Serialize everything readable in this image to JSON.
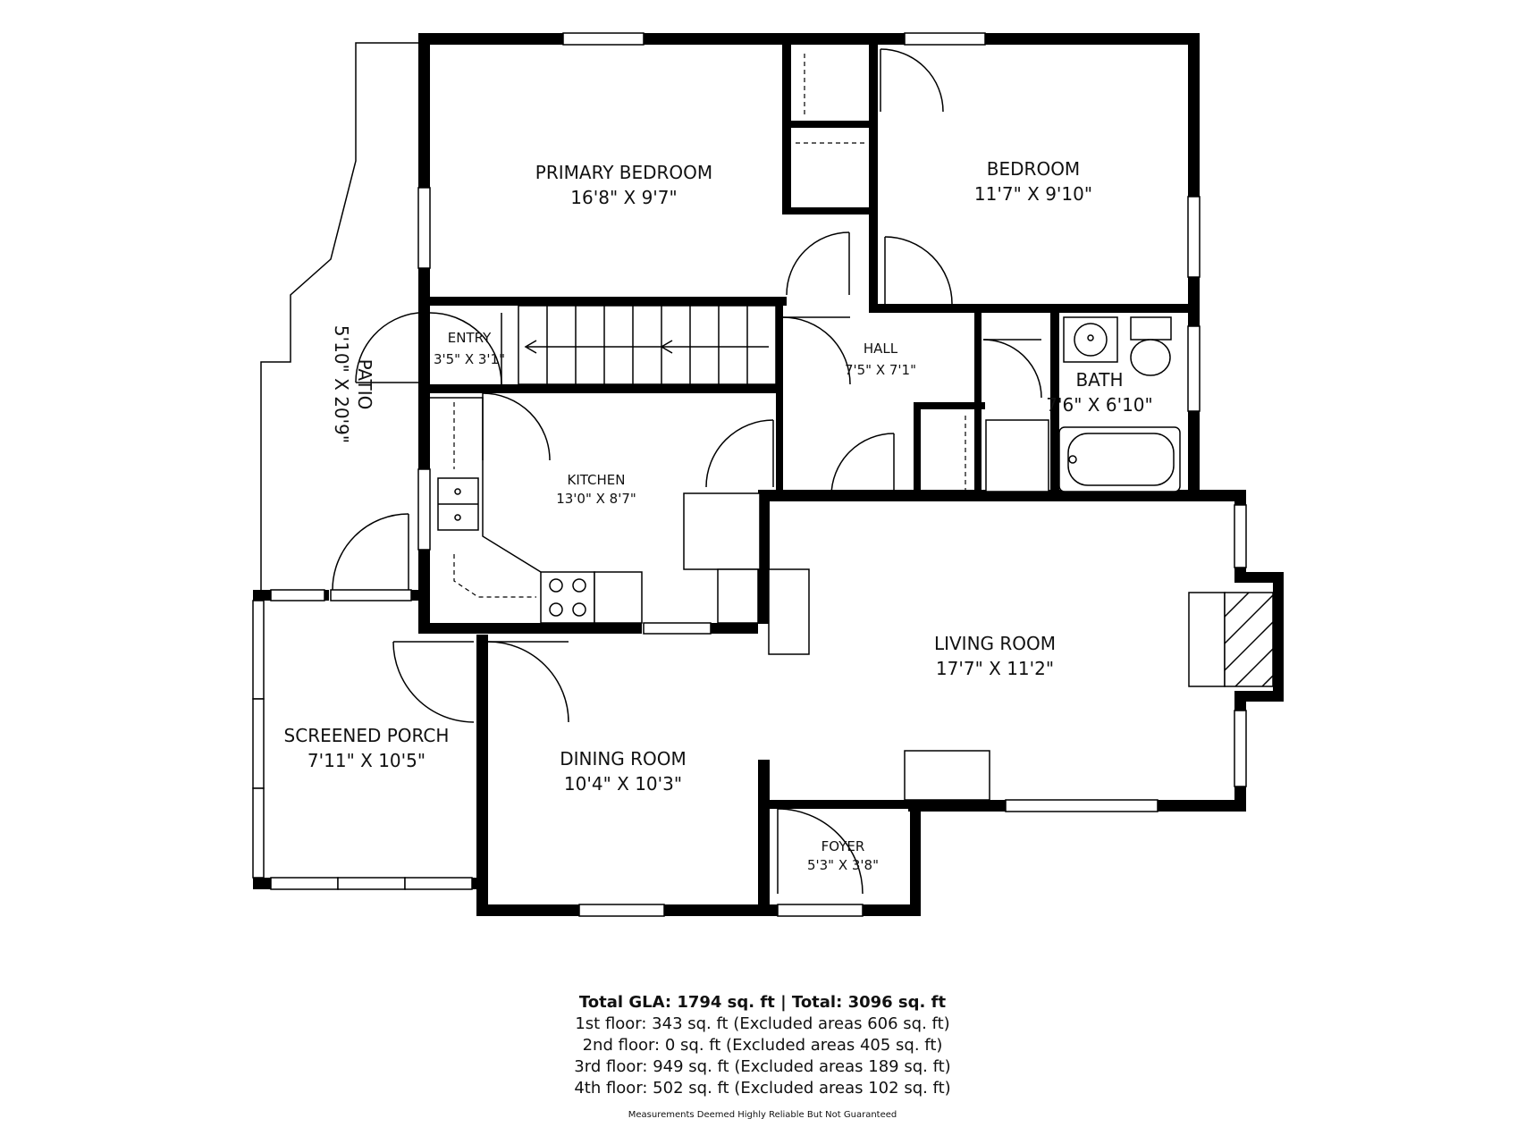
{
  "rooms": {
    "primary_bedroom": {
      "name": "PRIMARY BEDROOM",
      "dims": "16'8\" X 9'7\""
    },
    "bedroom": {
      "name": "BEDROOM",
      "dims": "11'7\" X 9'10\""
    },
    "entry": {
      "name": "ENTRY",
      "dims": "3'5\" X 3'1\""
    },
    "hall": {
      "name": "HALL",
      "dims": "7'5\" X 7'1\""
    },
    "bath": {
      "name": "BATH",
      "dims": "7'6\" X 6'10\""
    },
    "patio": {
      "name": "PATIO",
      "dims": "5'10\" X 20'9\""
    },
    "kitchen": {
      "name": "KITCHEN",
      "dims": "13'0\" X 8'7\""
    },
    "living_room": {
      "name": "LIVING ROOM",
      "dims": "17'7\" X 11'2\""
    },
    "screened_porch": {
      "name": "SCREENED PORCH",
      "dims": "7'11\" X 10'5\""
    },
    "dining_room": {
      "name": "DINING ROOM",
      "dims": "10'4\" X 10'3\""
    },
    "foyer": {
      "name": "FOYER",
      "dims": "5'3\" X 3'8\""
    }
  },
  "summary": {
    "total": "Total GLA: 1794 sq. ft | Total: 3096 sq. ft",
    "floors": [
      "1st floor: 343 sq. ft (Excluded areas 606 sq. ft)",
      "2nd floor: 0 sq. ft (Excluded areas 405 sq. ft)",
      "3rd floor: 949 sq. ft (Excluded areas 189 sq. ft)",
      "4th floor: 502 sq. ft (Excluded areas 102 sq. ft)"
    ],
    "disclaimer": "Measurements Deemed Highly Reliable But Not Guaranteed"
  }
}
